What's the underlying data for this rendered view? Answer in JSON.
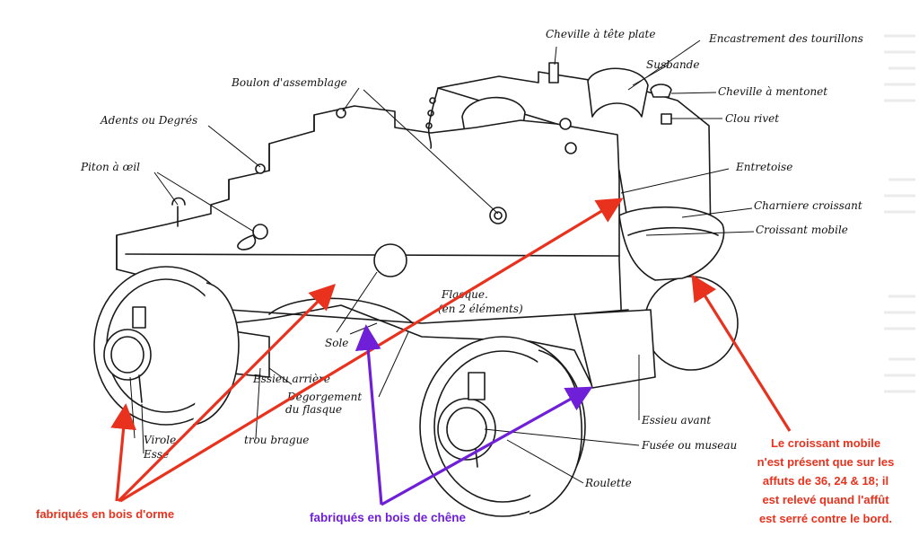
{
  "labels": {
    "cheville_tete_plate": "Cheville à tête plate",
    "encastrement": "Encastrement des tourillons",
    "susbande": "Susbande",
    "cheville_mentonet": "Cheville à mentonet",
    "clou_rivet": "Clou rivet",
    "boulon": "Boulon d'assemblage",
    "adents": "Adents ou Degrés",
    "piton": "Piton à œil",
    "entretoise": "Entretoise",
    "charniere": "Charniere croissant",
    "croissant": "Croissant mobile",
    "flasque": "Flasque.",
    "flasque_sub": "(en 2 éléments)",
    "sole": "Sole",
    "essieu_arriere": "Essieu arrière",
    "degorgement_1": "Dégorgement",
    "degorgement_2": "du flasque",
    "trou_brague": "trou brague",
    "virole": "Virole",
    "esse": "Esse",
    "essieu_avant": "Essieu avant",
    "fusee": "Fusée ou museau",
    "roulette": "Roulette"
  },
  "notes": {
    "orme": "fabriqués en bois d'orme",
    "chene": "fabriqués en bois de chêne",
    "croissant_lines": [
      "Le croissant mobile",
      "n'est présent que sur les",
      "affuts de 36, 24 & 18; il",
      "est relevé quand l'affût",
      "est serré contre le bord."
    ]
  },
  "colors": {
    "orme_arrows": "#e8321e",
    "chene_arrows": "#6f1fd8",
    "ink": "#1a1a1a"
  }
}
